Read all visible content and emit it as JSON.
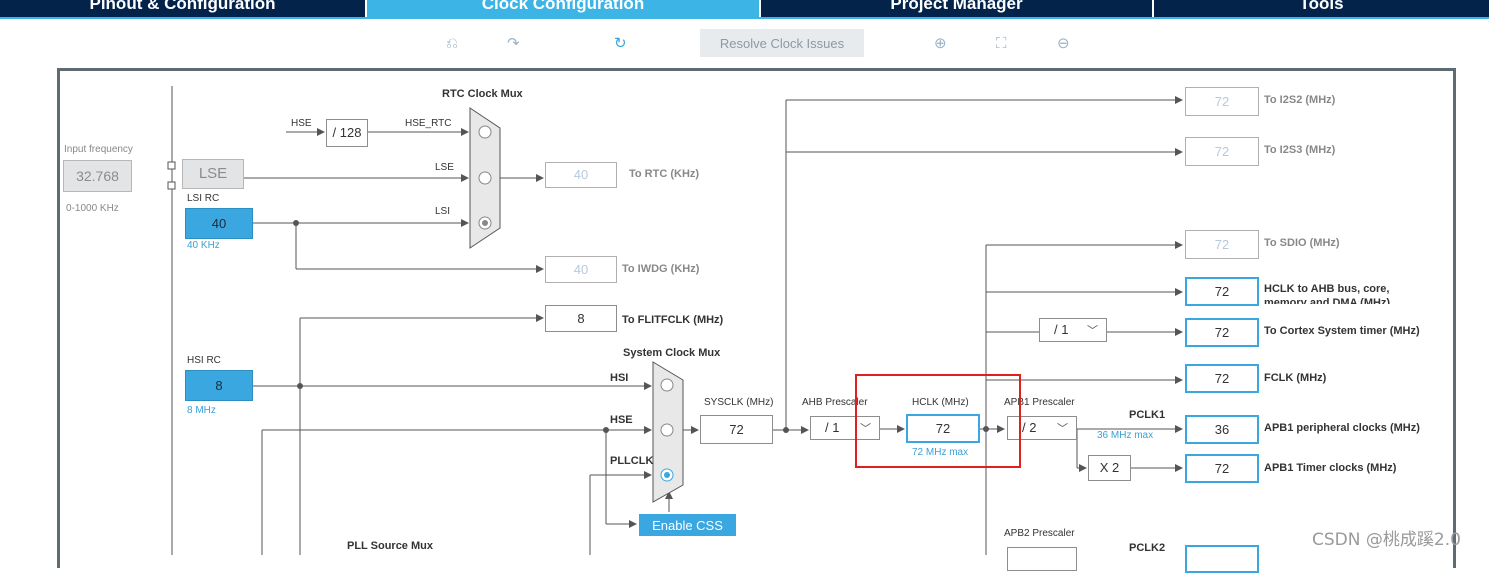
{
  "tabs": [
    {
      "label": "Pinout & Configuration"
    },
    {
      "label": "Clock Configuration"
    },
    {
      "label": "Project Manager"
    },
    {
      "label": "Tools"
    }
  ],
  "toolbar": {
    "undo_icon": "undo-icon",
    "redo_icon": "redo-icon",
    "refresh_icon": "refresh-icon",
    "resolve_label": "Resolve Clock Issues",
    "zoom_in_icon": "zoom-in-icon",
    "fit_icon": "fit-to-screen-icon",
    "zoom_out_icon": "zoom-out-icon"
  },
  "colors": {
    "tab_bg": "#03234b",
    "tab_active": "#3cb4e6",
    "accent": "#3aa7e0",
    "highlight_red": "#e0201c"
  },
  "input_freq": {
    "label": "Input frequency",
    "value": "32.768",
    "range": "0-1000 KHz"
  },
  "lse": {
    "label": "LSE"
  },
  "lsi": {
    "title": "LSI RC",
    "value": "40",
    "sub": "40 KHz"
  },
  "hsi": {
    "title": "HSI RC",
    "value": "8",
    "sub": "8 MHz"
  },
  "rtc_mux": {
    "title": "RTC Clock Mux",
    "hse_label": "HSE",
    "div128": "/ 128",
    "hse_rtc": "HSE_RTC",
    "lse": "LSE",
    "lsi": "LSI"
  },
  "rtc_out": {
    "value": "40",
    "label": "To RTC (KHz)"
  },
  "iwdg_out": {
    "value": "40",
    "label": "To IWDG (KHz)"
  },
  "flit_out": {
    "value": "8",
    "label": "To FLITFCLK (MHz)"
  },
  "sys_mux": {
    "title": "System Clock Mux",
    "hsi": "HSI",
    "hse": "HSE",
    "pllclk": "PLLCLK"
  },
  "sysclk": {
    "label": "SYSCLK (MHz)",
    "value": "72"
  },
  "ahb": {
    "label": "AHB Prescaler",
    "value": "/ 1"
  },
  "hclk": {
    "label": "HCLK (MHz)",
    "value": "72",
    "max": "72 MHz max"
  },
  "apb1": {
    "label": "APB1 Prescaler",
    "value": "/ 2",
    "pclk": "PCLK1",
    "max": "36 MHz max",
    "x2": "X 2"
  },
  "apb2": {
    "label": "APB2 Prescaler",
    "pclk": "PCLK2"
  },
  "cortex_div": {
    "value": "/ 1"
  },
  "enable_css": "Enable CSS",
  "pll_mux": {
    "title": "PLL Source Mux"
  },
  "outputs": {
    "i2s2": {
      "value": "72",
      "label": "To I2S2 (MHz)"
    },
    "i2s3": {
      "value": "72",
      "label": "To I2S3 (MHz)"
    },
    "sdio": {
      "value": "72",
      "label": "To SDIO (MHz)"
    },
    "hclk_ahb": {
      "value": "72",
      "label": "HCLK to AHB bus, core, memory and DMA (MHz)"
    },
    "cortex": {
      "value": "72",
      "label": "To Cortex System timer (MHz)"
    },
    "fclk": {
      "value": "72",
      "label": "FCLK (MHz)"
    },
    "apb1_periph": {
      "value": "36",
      "label": "APB1 peripheral clocks (MHz)"
    },
    "apb1_timer": {
      "value": "72",
      "label": "APB1 Timer clocks (MHz)"
    }
  },
  "watermark": "CSDN @桃成蹊2.0"
}
